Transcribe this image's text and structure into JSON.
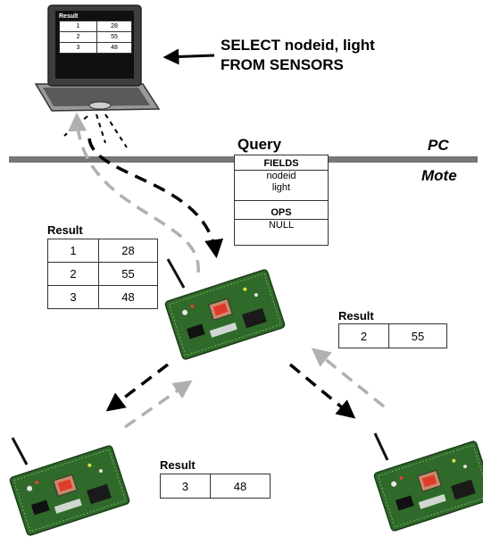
{
  "laptop": {
    "screen_title": "Result",
    "rows": [
      [
        "1",
        "28"
      ],
      [
        "2",
        "55"
      ],
      [
        "3",
        "48"
      ]
    ]
  },
  "query_command": {
    "line1": "SELECT nodeid, light",
    "line2": "FROM SENSORS"
  },
  "labels": {
    "query": "Query",
    "pc": "PC",
    "mote": "Mote"
  },
  "query_box": {
    "fields_header": "FIELDS",
    "fields": [
      "nodeid",
      "light"
    ],
    "ops_header": "OPS",
    "ops": [
      "NULL"
    ]
  },
  "result_main": {
    "title": "Result",
    "rows": [
      [
        "1",
        "28"
      ],
      [
        "2",
        "55"
      ],
      [
        "3",
        "48"
      ]
    ]
  },
  "result_right": {
    "title": "Result",
    "rows": [
      [
        "2",
        "55"
      ]
    ]
  },
  "result_bottom": {
    "title": "Result",
    "rows": [
      [
        "3",
        "48"
      ]
    ]
  },
  "colors": {
    "query_arrow": "#000000",
    "result_arrow": "#b0b0b0",
    "board_green": "#2f6a2a",
    "divider": "#777777"
  }
}
